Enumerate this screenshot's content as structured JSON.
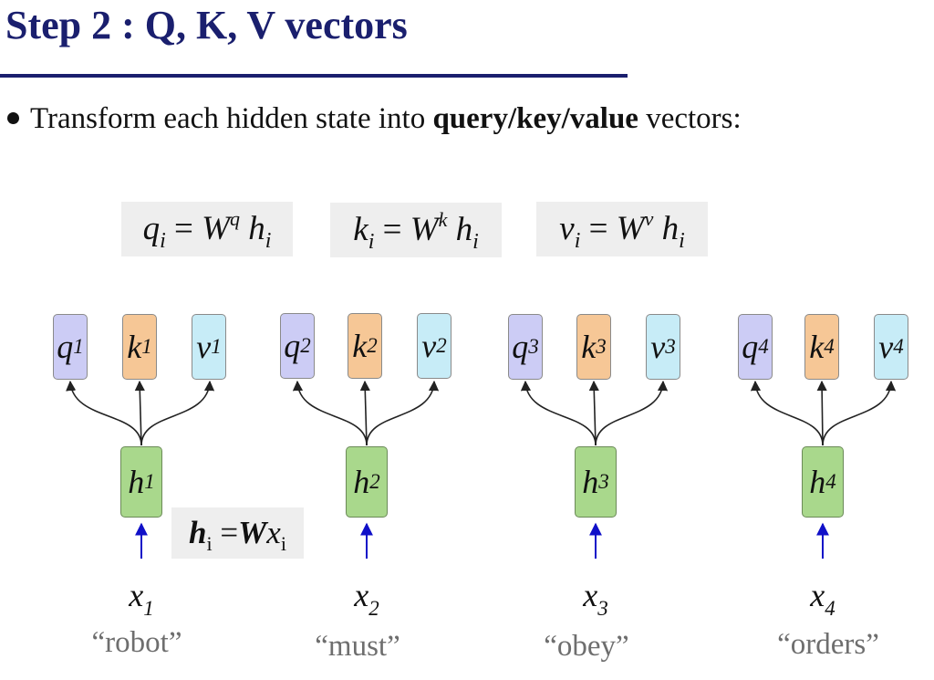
{
  "title": "Step 2 : Q, K, V vectors",
  "bullet": {
    "prefix": "Transform each hidden state into ",
    "bold": "query/key/value",
    "suffix": " vectors:"
  },
  "formulas": [
    {
      "lhs": "q",
      "lhs_sub": "i",
      "eq": " = ",
      "W": "W",
      "sup": "q",
      "h": "h",
      "h_sub": "i"
    },
    {
      "lhs": "k",
      "lhs_sub": "i",
      "eq": " = ",
      "W": "W",
      "sup": "k",
      "h": "h",
      "h_sub": "i"
    },
    {
      "lhs": "v",
      "lhs_sub": "i",
      "eq": " = ",
      "W": "W",
      "sup": "v",
      "h": "h",
      "h_sub": "i"
    }
  ],
  "hidden_formula": {
    "h": "h",
    "h_sub": "i",
    "eq": " =",
    "W": "W",
    "x": "x",
    "x_sub": "i"
  },
  "tokens": [
    {
      "q": "q",
      "k": "k",
      "v": "v",
      "h": "h",
      "x": "x",
      "index": "1",
      "word": "“robot”"
    },
    {
      "q": "q",
      "k": "k",
      "v": "v",
      "h": "h",
      "x": "x",
      "index": "2",
      "word": "“must”"
    },
    {
      "q": "q",
      "k": "k",
      "v": "v",
      "h": "h",
      "x": "x",
      "index": "3",
      "word": "“obey”"
    },
    {
      "q": "q",
      "k": "k",
      "v": "v",
      "h": "h",
      "x": "x",
      "index": "4",
      "word": "“orders”"
    }
  ],
  "colors": {
    "title": "#1a1f6e",
    "query": "#ccccf5",
    "key": "#f6c796",
    "value": "#c7ecf7",
    "hidden": "#a9d88c",
    "input_arrow": "#1010c8",
    "word": "#6e6e6e"
  }
}
